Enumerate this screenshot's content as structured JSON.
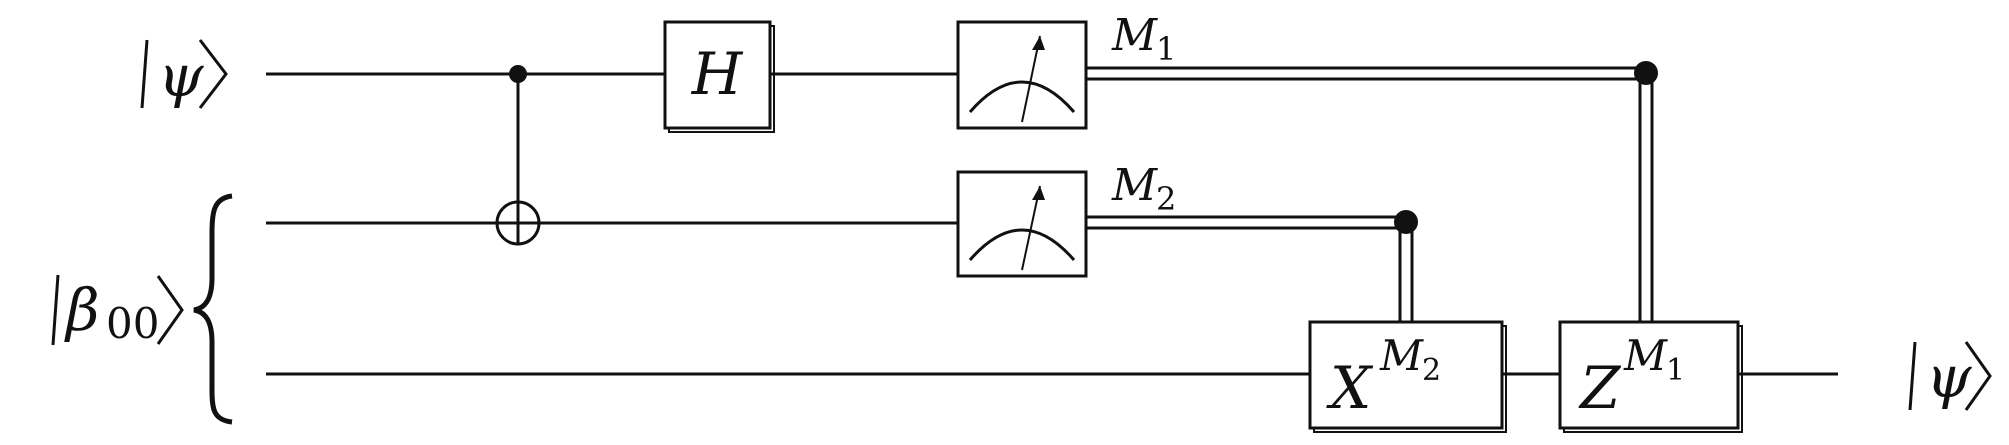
{
  "inputs": {
    "psi": "ψ",
    "beta_symbol": "β",
    "beta_subscript": "00"
  },
  "output": {
    "psi": "ψ"
  },
  "gates": {
    "hadamard": "H",
    "x_base": "X",
    "x_exponent_base": "M",
    "x_exponent_sub": "2",
    "z_base": "Z",
    "z_exponent_base": "M",
    "z_exponent_sub": "1"
  },
  "measurements": [
    {
      "base": "M",
      "sub": "1"
    },
    {
      "base": "M",
      "sub": "2"
    }
  ]
}
